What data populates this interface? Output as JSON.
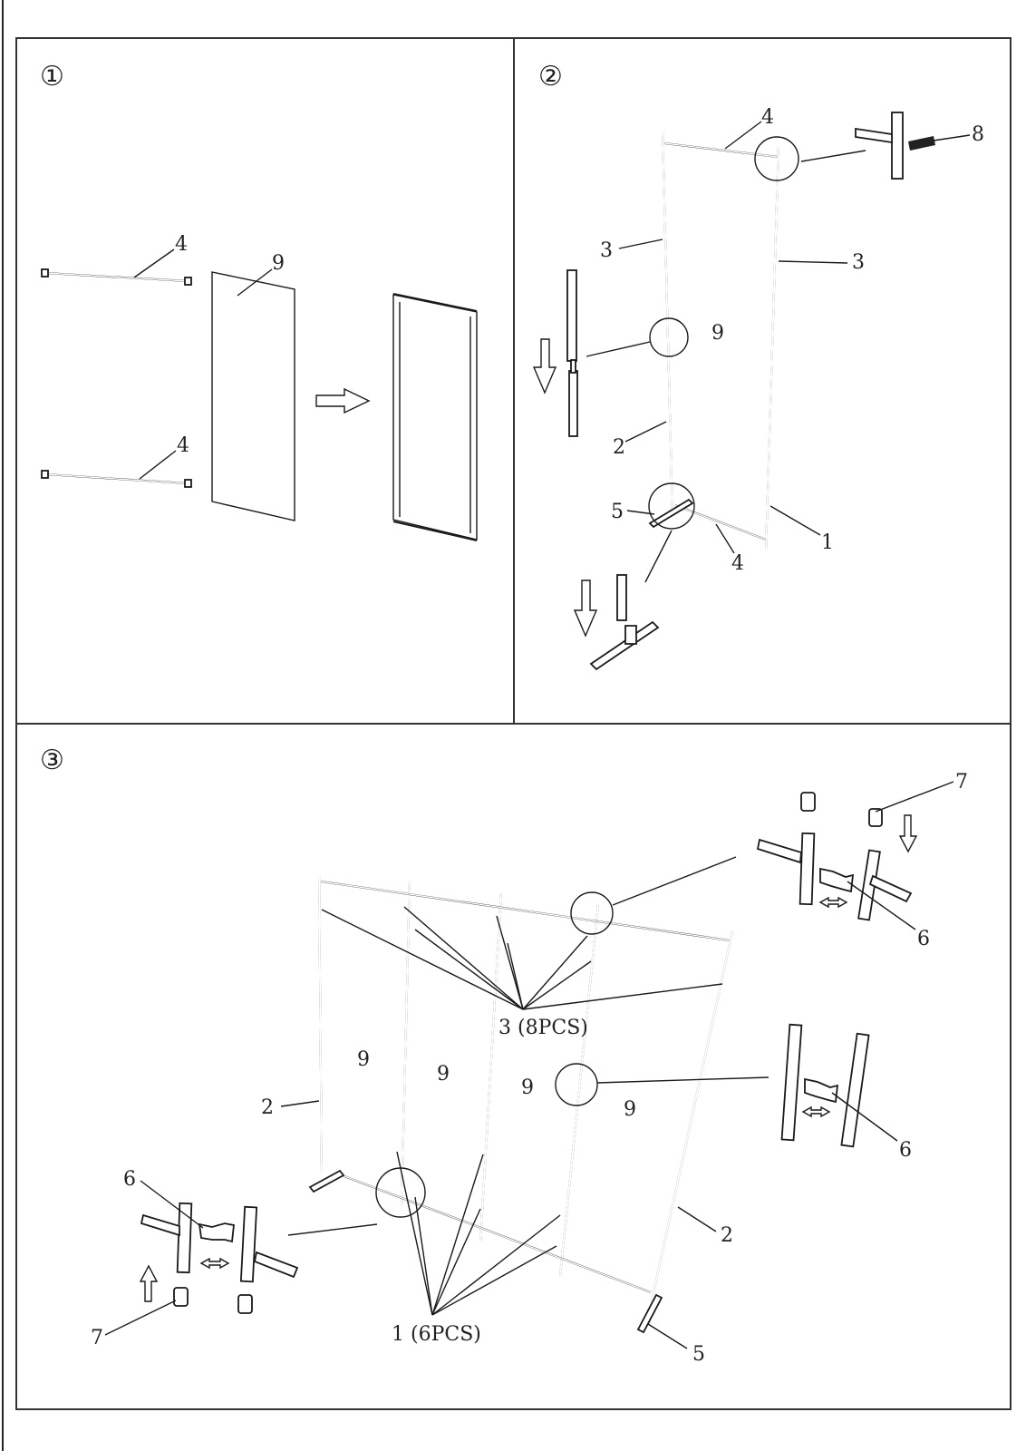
{
  "steps": [
    {
      "number": "①"
    },
    {
      "number": "②"
    },
    {
      "number": "③"
    }
  ],
  "step1": {
    "labels": {
      "bar_top": "4",
      "banner": "9",
      "bar_bottom": "4"
    }
  },
  "step2": {
    "labels": {
      "top_bar": "4",
      "screw": "8",
      "pole_left_top": "3",
      "pole_right_top": "3",
      "banner": "9",
      "pole_left_bottom": "2",
      "foot": "5",
      "bottom_bar": "4",
      "pole_right_bottom": "1"
    }
  },
  "step3": {
    "labels": {
      "cap_top_right": "7",
      "clip_top_right": "6",
      "clip_mid_right": "6",
      "upper_poles": "3 (8PCS)",
      "lower_poles": "1 (6PCS)",
      "banner_1": "9",
      "banner_2": "9",
      "banner_3": "9",
      "banner_4": "9",
      "pole_left": "2",
      "pole_right": "2",
      "clip_left": "6",
      "cap_left": "7",
      "foot_right": "5"
    }
  }
}
